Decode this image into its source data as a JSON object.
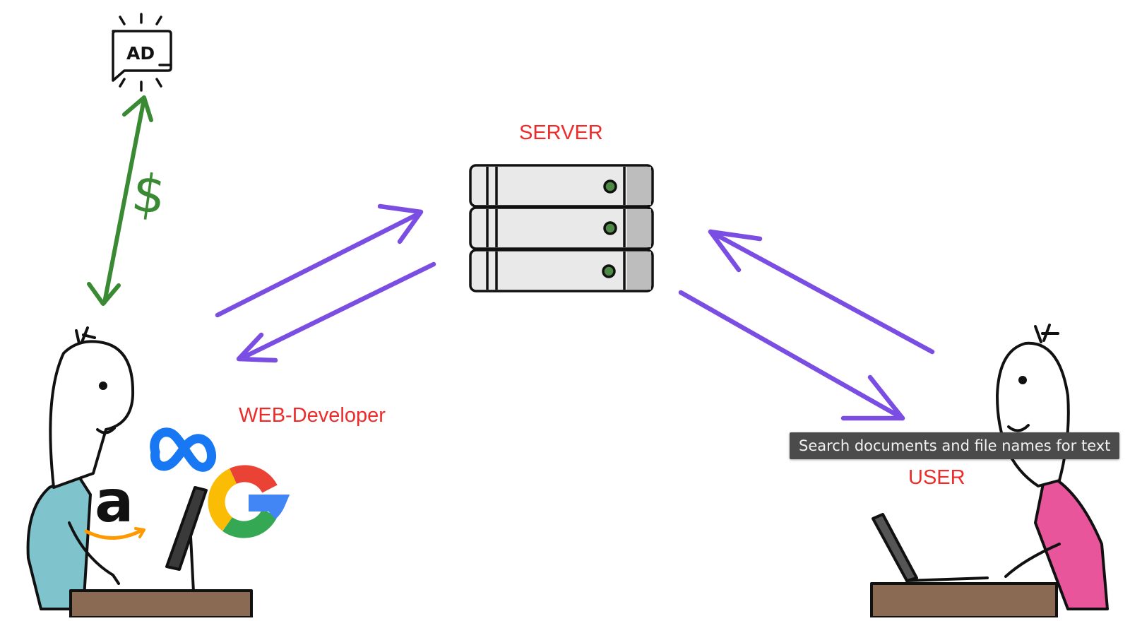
{
  "labels": {
    "server": "SERVER",
    "web_developer": "WEB-Developer",
    "user": "USER",
    "money": "$",
    "ad": "AD"
  },
  "tooltip": {
    "text": "Search documents and file names for text"
  },
  "colors": {
    "label_red": "#ee2b2b",
    "arrow_purple": "#7b4ee3",
    "arrow_green": "#3a8a34",
    "developer_shirt": "#7fc4cc",
    "user_shirt": "#e8559a",
    "desk_brown": "#8a6a52",
    "tooltip_bg": "#4b4b4b"
  },
  "icons": [
    "ad-icon",
    "server-icon",
    "meta-logo-icon",
    "amazon-logo-icon",
    "google-logo-icon",
    "monitor-icon",
    "laptop-icon"
  ]
}
